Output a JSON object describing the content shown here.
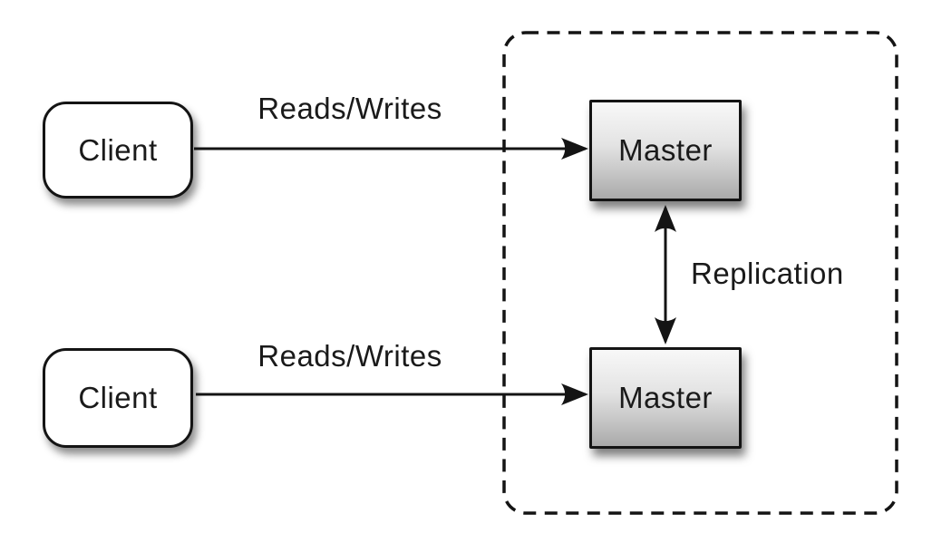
{
  "diagram": {
    "clients": [
      {
        "label": "Client"
      },
      {
        "label": "Client"
      }
    ],
    "cluster": {
      "masters": [
        {
          "label": "Master"
        },
        {
          "label": "Master"
        }
      ]
    },
    "edges": {
      "top_reads_writes_label": "Reads/Writes",
      "bottom_reads_writes_label": "Reads/Writes",
      "replication_label": "Replication"
    },
    "colors": {
      "line_stroke": "#141414",
      "node_border": "#141414",
      "client_fill": "#ffffff",
      "master_gradient_top": "#f8f8f8",
      "master_gradient_bottom": "#aaaaaa",
      "background": "#ffffff",
      "text": "#1a1a1a"
    }
  }
}
